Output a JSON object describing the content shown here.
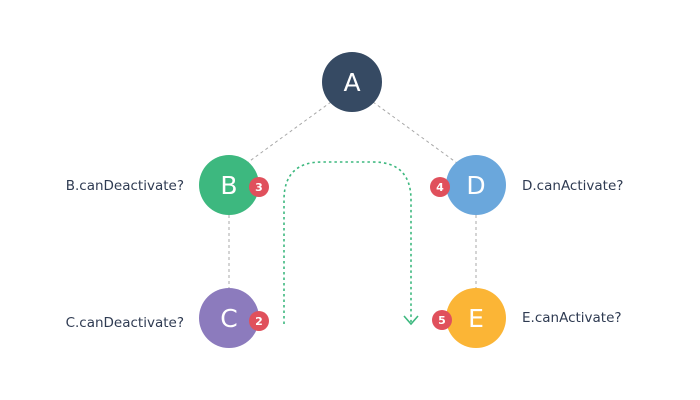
{
  "nodes": {
    "A": {
      "letter": "A",
      "color": "#364a63"
    },
    "B": {
      "letter": "B",
      "color": "#3db87f",
      "badge": "3",
      "label": "B.canDeactivate?"
    },
    "C": {
      "letter": "C",
      "color": "#8c7bbd",
      "badge": "2",
      "label": "C.canDeactivate?"
    },
    "D": {
      "letter": "D",
      "color": "#6aa7dc",
      "badge": "4",
      "label": "D.canActivate?"
    },
    "E": {
      "letter": "E",
      "color": "#fbb536",
      "badge": "5",
      "label": "E.canActivate?"
    }
  },
  "colors": {
    "badge": "#e0505c",
    "edge": "#a8a8a8",
    "arrow": "#3db87f"
  }
}
